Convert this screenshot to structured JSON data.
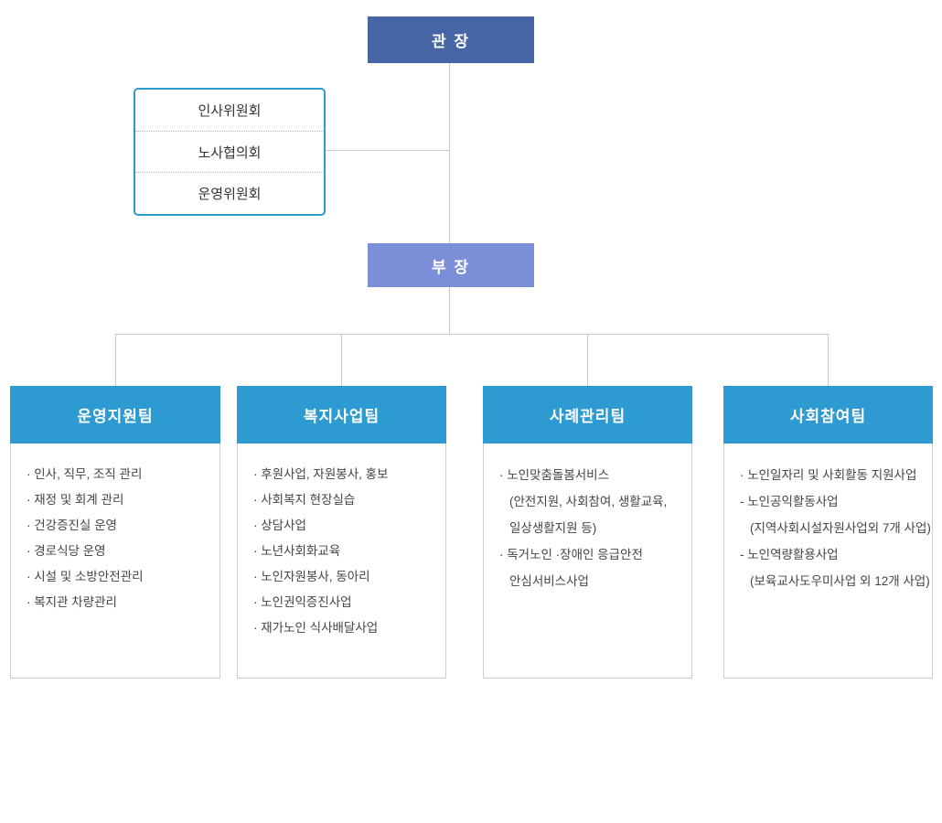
{
  "director": "관 장",
  "manager": "부 장",
  "committees": [
    "인사위원회",
    "노사협의회",
    "운영위원회"
  ],
  "colors": {
    "director_bg": "#4565a4",
    "manager_bg": "#7b8ed8",
    "team_header_bg": "#2d9ad2",
    "committee_border": "#2f9ad2",
    "connector": "#c9c9c9"
  },
  "teams": [
    {
      "name": "운영지원팀",
      "items": [
        {
          "text": "· 인사, 직무, 조직 관리"
        },
        {
          "text": "· 재정 및 회계 관리"
        },
        {
          "text": "· 건강증진실 운영"
        },
        {
          "text": "· 경로식당 운영"
        },
        {
          "text": "· 시설 및 소방안전관리"
        },
        {
          "text": "· 복지관 차량관리"
        }
      ]
    },
    {
      "name": "복지사업팀",
      "items": [
        {
          "text": "· 후원사업, 자원봉사, 홍보"
        },
        {
          "text": "· 사회복지 현장실습"
        },
        {
          "text": "· 상담사업"
        },
        {
          "text": "· 노년사회화교육"
        },
        {
          "text": "· 노인자원봉사, 동아리"
        },
        {
          "text": "·  노인권익증진사업"
        },
        {
          "text": "· 재가노인 식사배달사업"
        }
      ]
    },
    {
      "name": "사례관리팀",
      "items": [
        {
          "text": "· 노인맞춤돌봄서비스"
        },
        {
          "text": "(안전지원, 사회참여, 생활교육,",
          "indent": true
        },
        {
          "text": "일상생활지원 등)",
          "indent": true
        },
        {
          "text": "· 독거노인 ·장애인 응급안전"
        },
        {
          "text": "안심서비스사업",
          "indent": true
        }
      ]
    },
    {
      "name": "사회참여팀",
      "items": [
        {
          "text": "· 노인일자리 및 사회활동 지원사업"
        },
        {
          "text": "- 노인공익활동사업"
        },
        {
          "text": "(지역사회시설자원사업외 7개 사업)",
          "indent": true
        },
        {
          "text": "- 노인역량활용사업"
        },
        {
          "text": "(보육교사도우미사업 외 12개 사업)",
          "indent": true
        }
      ]
    }
  ]
}
